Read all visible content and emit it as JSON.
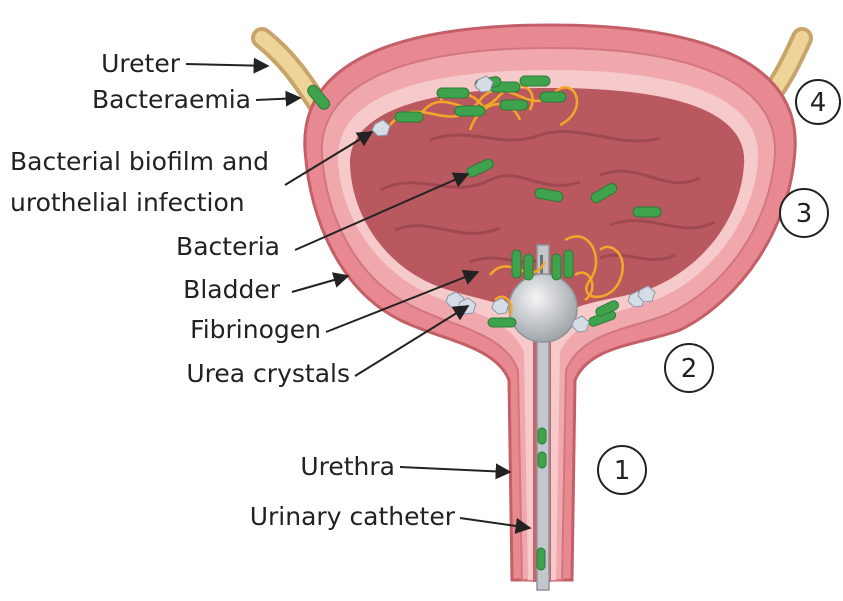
{
  "labels": {
    "ureter": "Ureter",
    "bacteraemia": "Bacteraemia",
    "biofilm_line1": "Bacterial biofilm and",
    "biofilm_line2": "urothelial infection",
    "bacteria": "Bacteria",
    "bladder": "Bladder",
    "fibrinogen": "Fibrinogen",
    "urea_crystals": "Urea crystals",
    "urethra": "Urethra",
    "urinary_catheter": "Urinary catheter"
  },
  "markers": [
    "1",
    "2",
    "3",
    "4"
  ],
  "colors": {
    "wall_outer": "#e3838a",
    "wall_inner": "#f4c2c4",
    "lumen": "#b5565c",
    "lumen_dark": "#8f3a42",
    "ureter": "#e9c98a",
    "bacteria": "#3fa34d",
    "fibrinogen": "#f2a72a",
    "crystal": "#c9d3e0",
    "catheter": "#bfc3c8"
  }
}
